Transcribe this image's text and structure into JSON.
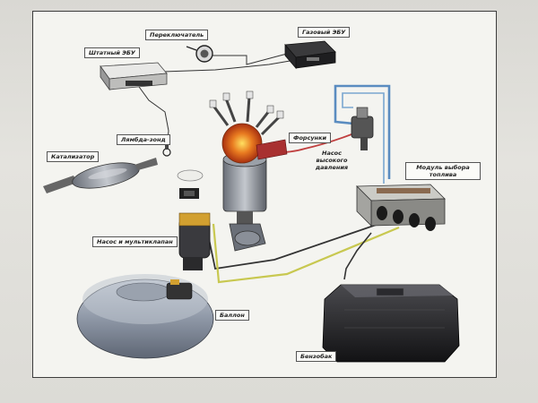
{
  "diagram": {
    "labels": {
      "switch": "Переключатель",
      "gas_ecu": "Газовый ЭБУ",
      "stock_ecu": "Штатный ЭБУ",
      "lambda": "Лямбда-зонд",
      "injectors": "Форсунки",
      "hp_pump": "Насос высокого давления",
      "catalyst": "Катализатор",
      "fuel_select": "Модуль выбора топлива",
      "pump_multivalve": "Насос и мультиклапан",
      "tank": "Баллон",
      "gas_tank": "Бензобак"
    },
    "colors": {
      "blue_line": "#5a8cc0",
      "red_line": "#c04040",
      "yellow_line": "#c8c850",
      "dark_line": "#333333"
    }
  }
}
